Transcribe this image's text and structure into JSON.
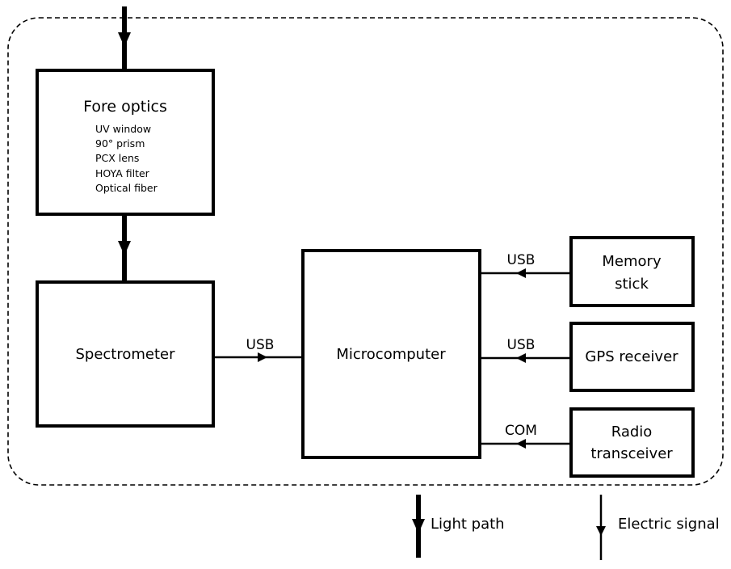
{
  "diagram": {
    "blocks": {
      "fore_optics": {
        "title": "Fore optics",
        "items": [
          "UV window",
          "90° prism",
          "PCX lens",
          "HOYA filter",
          "Optical fiber"
        ]
      },
      "spectrometer": {
        "title": "Spectrometer"
      },
      "microcomputer": {
        "title": "Microcomputer"
      },
      "memory_stick": {
        "line1": "Memory",
        "line2": "stick"
      },
      "gps_receiver": {
        "title": "GPS receiver"
      },
      "radio_transceiver": {
        "line1": "Radio",
        "line2": "transceiver"
      }
    },
    "connections": {
      "spectrometer_to_micro": "USB",
      "memory_to_micro": "USB",
      "gps_to_micro": "USB",
      "radio_to_micro": "COM"
    },
    "legend": {
      "light_path": "Light path",
      "electric_signal": "Electric signal"
    },
    "colors": {
      "stroke": "#000000",
      "background": "#ffffff"
    }
  }
}
